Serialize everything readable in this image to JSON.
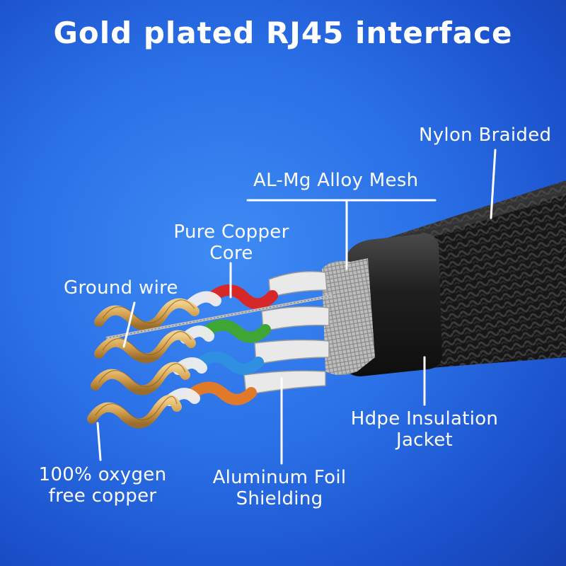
{
  "title": "Gold plated RJ45 interface",
  "labels": {
    "nylon_braided": "Nylon Braided",
    "mesh": "AL-Mg Alloy Mesh",
    "copper_core": [
      "Pure Copper",
      "Core"
    ],
    "ground_wire": "Ground wire",
    "hdpe_jacket": [
      "Hdpe Insulation",
      "Jacket"
    ],
    "oxygen_copper": [
      "100% oxygen",
      "free copper"
    ],
    "aluminum_foil": [
      "Aluminum Foil",
      "Shielding"
    ]
  },
  "colors": {
    "background": "#2a6fe6",
    "gold": "#d7a85a",
    "jacket": "#1b1b1b",
    "mesh": "#c8c8c8",
    "pair_red": "#d62828",
    "pair_green": "#3fa535",
    "pair_blue": "#2f8fe0",
    "pair_orange": "#e07a2a"
  }
}
